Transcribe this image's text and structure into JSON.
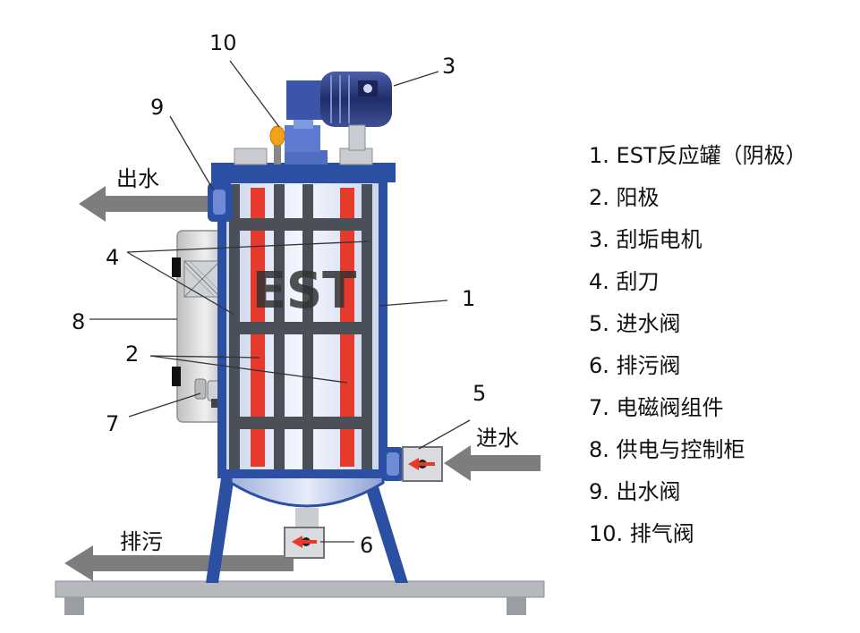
{
  "diagram": {
    "tank_label": "EST",
    "flows": {
      "outlet": "出水",
      "inlet": "进水",
      "drain": "排污"
    },
    "callouts": [
      "1",
      "2",
      "3",
      "4",
      "5",
      "6",
      "7",
      "8",
      "9",
      "10"
    ],
    "legend": [
      "1. EST反应罐（阴极）",
      "2. 阳极",
      "3. 刮垢电机",
      "4. 刮刀",
      "5. 进水阀",
      "6. 排污阀",
      "7. 电磁阀组件",
      "8. 供电与控制柜",
      "9. 出水阀",
      "10. 排气阀"
    ],
    "colors": {
      "frame": "#2b4fa3",
      "anode": "#e63a2c",
      "scraper": "#4a4f58",
      "pipe": "#7d7d7d",
      "cabinet": "#d4d4d4",
      "motor": "#2a3a7a",
      "vent": "#f5a21a"
    }
  }
}
